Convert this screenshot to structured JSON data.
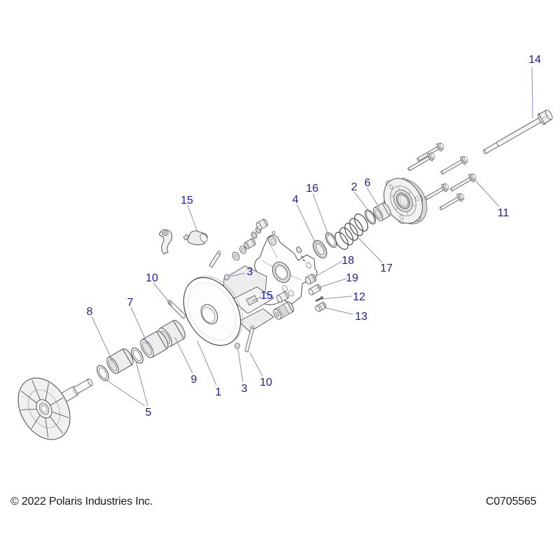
{
  "footer": {
    "copyright": "© 2022 Polaris Industries Inc.",
    "part_code": "C0705565"
  },
  "diagram": {
    "type": "exploded-parts-diagram",
    "callouts": {
      "n1": "1",
      "n2": "2",
      "n3a": "3",
      "n3b": "3",
      "n4": "4",
      "n5": "5",
      "n6": "6",
      "n7": "7",
      "n8": "8",
      "n9": "9",
      "n10a": "10",
      "n10b": "10",
      "n11": "11",
      "n12": "12",
      "n13": "13",
      "n14": "14",
      "n15a": "15",
      "n15b": "15",
      "n16": "16",
      "n17": "17",
      "n18": "18",
      "n19": "19"
    }
  },
  "colors": {
    "callout_blue": "#1c1c9c",
    "leader_line": "#8890b8",
    "drawing_line": "#4d4d4d",
    "footer_text": "#1a1a1a",
    "background": "#ffffff"
  }
}
